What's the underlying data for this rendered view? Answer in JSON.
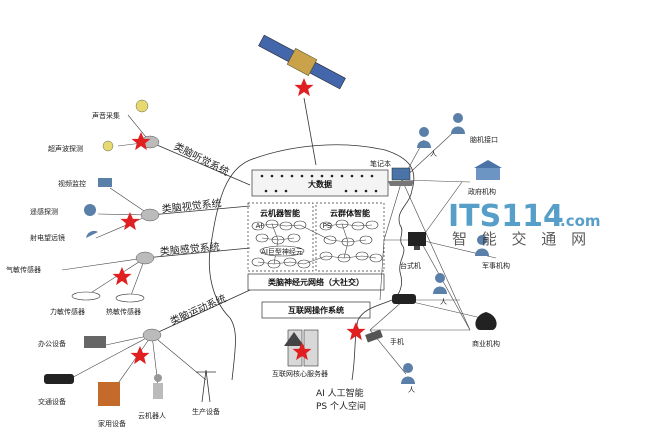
{
  "watermark": {
    "main": "ITS114",
    "suffix": ".com",
    "sub": "智 能 交 通 网"
  },
  "top": {
    "big_data": "大数据"
  },
  "clouds": {
    "machine": "云机器智能",
    "swarm": "云群体智能",
    "ai_kernel": "AI巨型神经元"
  },
  "network": {
    "neural_net": "类脑神经元网络（大社交）",
    "os": "互联网操作系统",
    "core_server": "互联网核心服务器"
  },
  "systems": {
    "auditory": "类脑听觉系统",
    "visual": "类脑视觉系统",
    "sensory": "类脑感觉系统",
    "motor": "类脑运动系统"
  },
  "auditory_devices": [
    "声音采集",
    "超声波探测"
  ],
  "visual_devices": [
    "视频监控",
    "遥感探测",
    "射电望远镜"
  ],
  "sensory_devices": [
    "气敏传感器",
    "力敏传感器",
    "热敏传感器"
  ],
  "motor_devices": [
    "办公设备",
    "交通设备",
    "家用设备",
    "云机器人",
    "生产设备"
  ],
  "right": {
    "person": "人",
    "bci": "脑机接口",
    "laptop": "笔记本",
    "gov": "政府机构",
    "desktop": "台式机",
    "military": "军事机构",
    "phone": "手机",
    "business": "商业机构"
  },
  "node_labels": {
    "ai": "AI",
    "ps": "PS"
  },
  "legend": {
    "ai": "AI 人工智能",
    "ps": "PS 个人空间"
  },
  "colors": {
    "star": "#e02020",
    "accent": "#3a8fc0",
    "line": "#333333"
  }
}
